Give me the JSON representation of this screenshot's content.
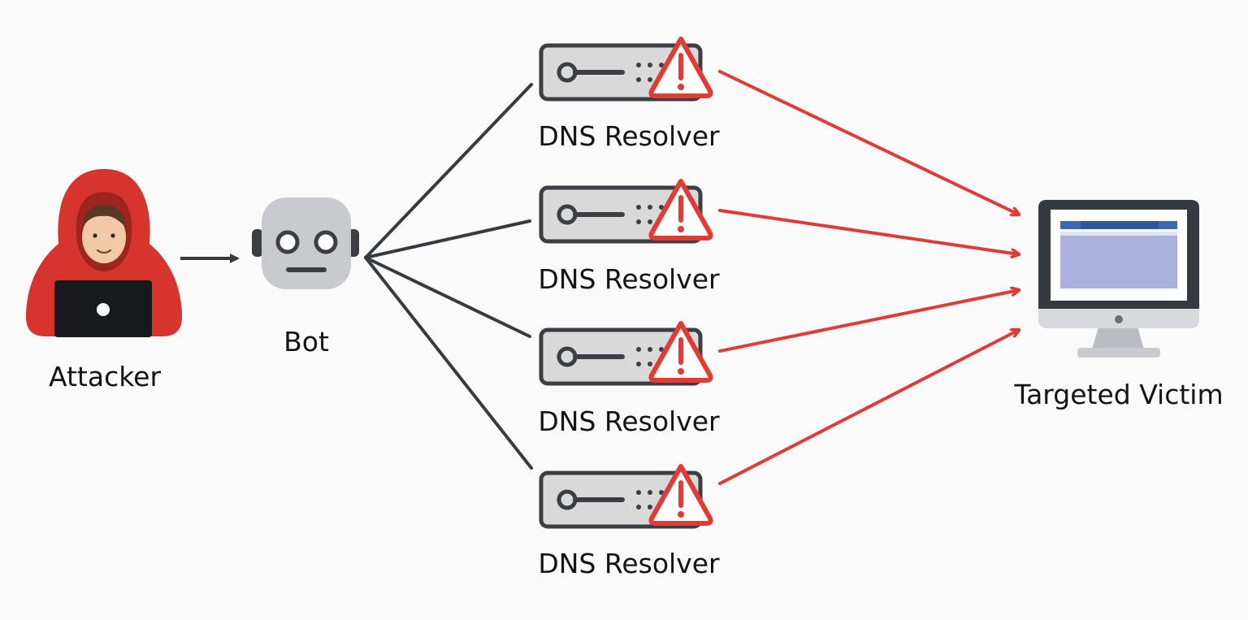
{
  "attacker": {
    "label": "Attacker",
    "icon": "hooded-hacker-icon"
  },
  "bot": {
    "label": "Bot",
    "icon": "robot-icon"
  },
  "resolvers": [
    {
      "label": "DNS Resolver",
      "icon": "server-icon",
      "badge": "warning-icon"
    },
    {
      "label": "DNS Resolver",
      "icon": "server-icon",
      "badge": "warning-icon"
    },
    {
      "label": "DNS Resolver",
      "icon": "server-icon",
      "badge": "warning-icon"
    },
    {
      "label": "DNS Resolver",
      "icon": "server-icon",
      "badge": "warning-icon"
    }
  ],
  "victim": {
    "label": "Targeted Victim",
    "icon": "desktop-monitor-icon"
  },
  "colors": {
    "attack": "#e23a34",
    "link": "#363b40",
    "hood": "#d6342d",
    "server_body": "#d9d9d9",
    "screen": "#acb0dc"
  }
}
